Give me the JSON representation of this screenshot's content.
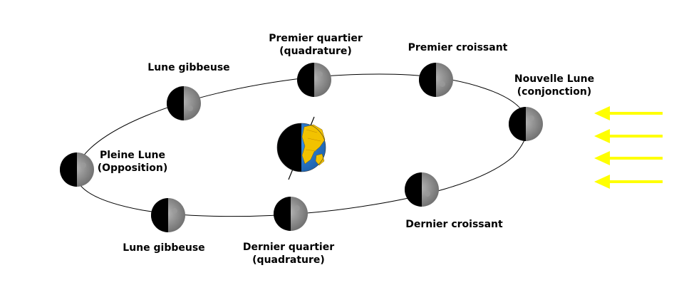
{
  "labels": {
    "premier_quartier": {
      "line1": "Premier quartier",
      "line2": "(quadrature)"
    },
    "premier_croissant": "Premier croissant",
    "nouvelle_lune": {
      "line1": "Nouvelle Lune",
      "line2": "(conjonction)"
    },
    "lune_gibbeuse_top": "Lune gibbeuse",
    "pleine_lune": {
      "line1": "Pleine Lune",
      "line2": "(Opposition)"
    },
    "lune_gibbeuse_bottom": "Lune gibbeuse",
    "dernier_quartier": {
      "line1": "Dernier quartier",
      "line2": "(quadrature)"
    },
    "dernier_croissant": "Dernier croissant"
  },
  "colors": {
    "sunlight": "#ffff00",
    "moon_dark": "#000000",
    "moon_lit": "#8f8f8f",
    "ocean": "#2f7fd8",
    "land": "#f2c200",
    "orbit": "#000000"
  },
  "icons": {
    "moon": "moon-icon",
    "earth": "earth-icon",
    "sun_rays": "arrow-left-icon"
  }
}
